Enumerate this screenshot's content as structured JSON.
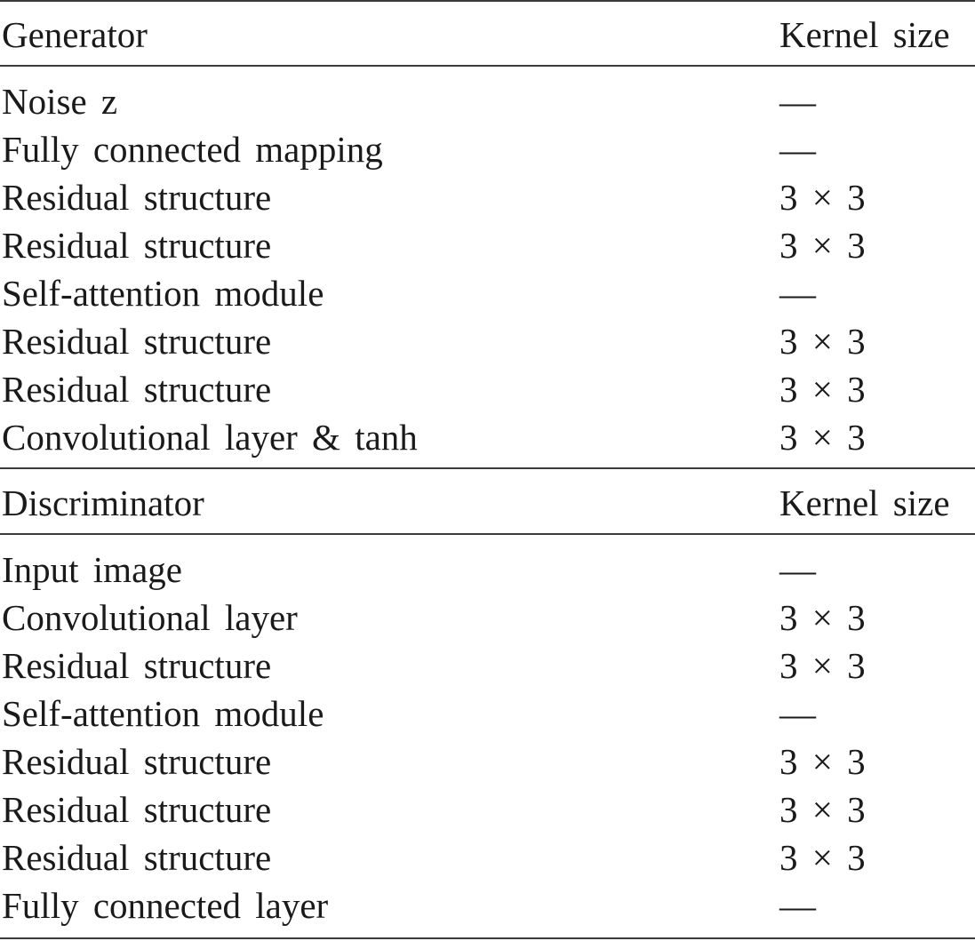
{
  "generator": {
    "header": {
      "col1": "Generator",
      "col2": "Kernel size"
    },
    "rows": [
      {
        "layer": "Noise z",
        "kernel": "—"
      },
      {
        "layer": "Fully connected mapping",
        "kernel": "—"
      },
      {
        "layer": "Residual structure",
        "kernel": "3 × 3"
      },
      {
        "layer": "Residual structure",
        "kernel": "3 × 3"
      },
      {
        "layer": "Self-attention module",
        "kernel": "—"
      },
      {
        "layer": "Residual structure",
        "kernel": "3 × 3"
      },
      {
        "layer": "Residual structure",
        "kernel": "3 × 3"
      },
      {
        "layer": "Convolutional layer & tanh",
        "kernel": "3 × 3"
      }
    ]
  },
  "discriminator": {
    "header": {
      "col1": "Discriminator",
      "col2": "Kernel size"
    },
    "rows": [
      {
        "layer": "Input image",
        "kernel": "—"
      },
      {
        "layer": "Convolutional layer",
        "kernel": "3 × 3"
      },
      {
        "layer": "Residual structure",
        "kernel": "3 × 3"
      },
      {
        "layer": "Self-attention module",
        "kernel": "—"
      },
      {
        "layer": "Residual structure",
        "kernel": "3 × 3"
      },
      {
        "layer": "Residual structure",
        "kernel": "3 × 3"
      },
      {
        "layer": "Residual structure",
        "kernel": "3 × 3"
      },
      {
        "layer": "Fully connected layer",
        "kernel": "—"
      }
    ]
  }
}
